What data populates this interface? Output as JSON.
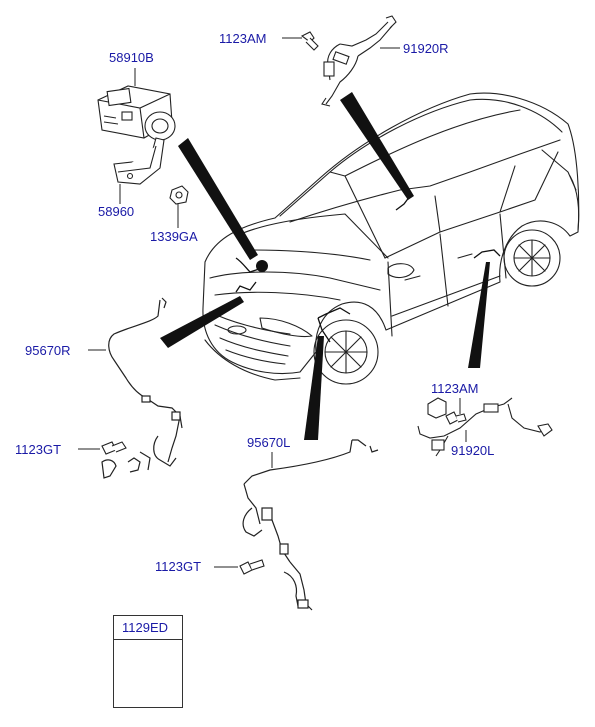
{
  "colors": {
    "label": "#1a1aa6",
    "line": "#222222",
    "pointer": "#111111"
  },
  "parts": {
    "hecu": "58910B",
    "bracket": "58960",
    "bracket_nut": "1339GA",
    "rear_bolt": "1123AM",
    "rear_right_sensor": "91920R",
    "front_right_cable": "95670R",
    "front_right_bolt": "1123GT",
    "front_left_cable": "95670L",
    "front_left_bolt": "1123GT",
    "rear_left_bolt": "1123AM",
    "rear_left_sensor": "91920L",
    "legend_part": "1129ED"
  }
}
